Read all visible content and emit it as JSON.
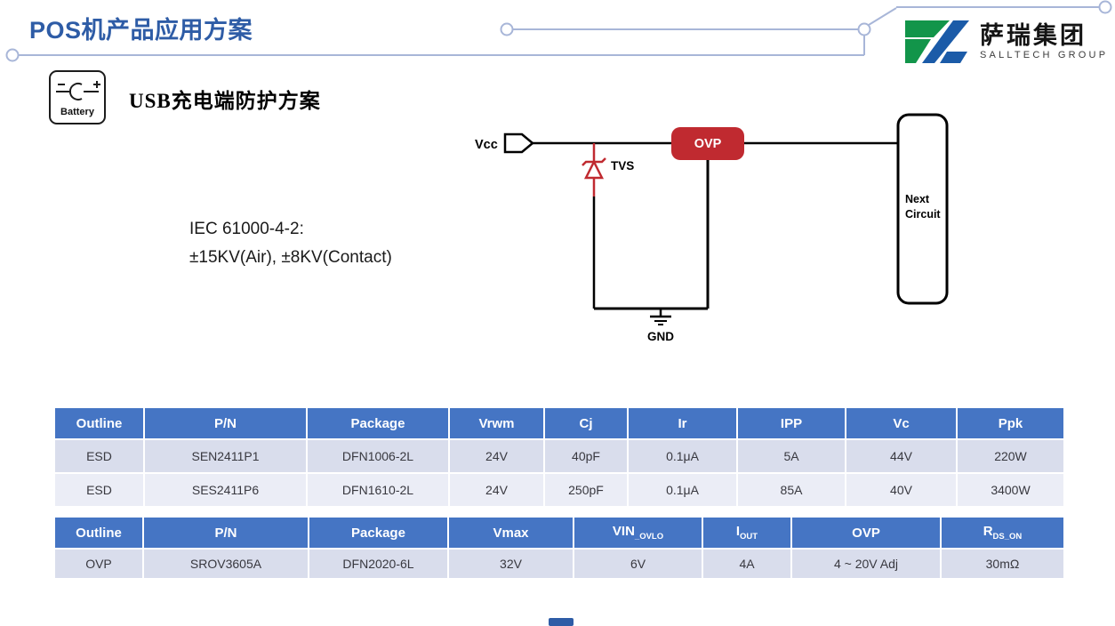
{
  "header": {
    "title": "POS机产品应用方案",
    "logo": {
      "name_cn": "萨瑞集团",
      "name_en": "SALLTECH GROUP"
    }
  },
  "section": {
    "battery_icon_label": "Battery",
    "heading": "USB充电端防护方案",
    "iec_line1": "IEC 61000-4-2:",
    "iec_line2": "±15KV(Air), ±8KV(Contact)"
  },
  "circuit": {
    "vcc_label": "Vcc",
    "tvs_label": "TVS",
    "ovp_label": "OVP",
    "gnd_label": "GND",
    "next_circuit_line1": "Next",
    "next_circuit_line2": "Circuit"
  },
  "table1": {
    "headers": [
      "Outline",
      "P/N",
      "Package",
      "Vrwm",
      "Cj",
      "Ir",
      "IPP",
      "Vc",
      "Ppk"
    ],
    "rows": [
      [
        "ESD",
        "SEN2411P1",
        "DFN1006-2L",
        "24V",
        "40pF",
        "0.1μA",
        "5A",
        "44V",
        "220W"
      ],
      [
        "ESD",
        "SES2411P6",
        "DFN1610-2L",
        "24V",
        "250pF",
        "0.1μA",
        "85A",
        "40V",
        "3400W"
      ]
    ]
  },
  "table2": {
    "headers": [
      {
        "main": "Outline"
      },
      {
        "main": "P/N"
      },
      {
        "main": "Package"
      },
      {
        "main": "Vmax"
      },
      {
        "main": "VIN",
        "sub": "_OVLO"
      },
      {
        "main": "I",
        "sub": "OUT"
      },
      {
        "main": "OVP"
      },
      {
        "main": "R",
        "sub": "DS_ON"
      }
    ],
    "rows": [
      [
        "OVP",
        "SROV3605A",
        "DFN2020-6L",
        "32V",
        "6V",
        "4A",
        "4 ~ 20V Adj",
        "30mΩ"
      ]
    ]
  },
  "colors": {
    "title_blue": "#2E5CA6",
    "table_header_blue": "#4575C4",
    "row_shade_dark": "#D9DDEC",
    "row_shade_light": "#EBEDF6",
    "ovp_red": "#C02A30",
    "tvs_red": "#C02A30",
    "logo_green": "#12954A",
    "logo_blue": "#1B5BA8",
    "decor_line": "#A8B6D8"
  }
}
